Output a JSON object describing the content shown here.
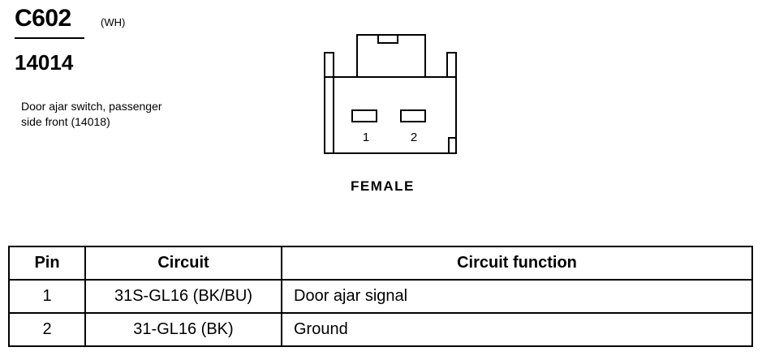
{
  "header": {
    "connector_id": "C602",
    "color_code": "(WH)",
    "part_number": "14014",
    "description_lines": [
      "Door ajar switch, passenger",
      "side front (14018)"
    ]
  },
  "connector": {
    "pin_labels": [
      "1",
      "2"
    ],
    "gender": "FEMALE"
  },
  "table": {
    "headers": [
      "Pin",
      "Circuit",
      "Circuit function"
    ],
    "rows": [
      {
        "pin": "1",
        "circuit": "31S-GL16 (BK/BU)",
        "function": "Door ajar signal"
      },
      {
        "pin": "2",
        "circuit": "31-GL16 (BK)",
        "function": "Ground"
      }
    ]
  }
}
